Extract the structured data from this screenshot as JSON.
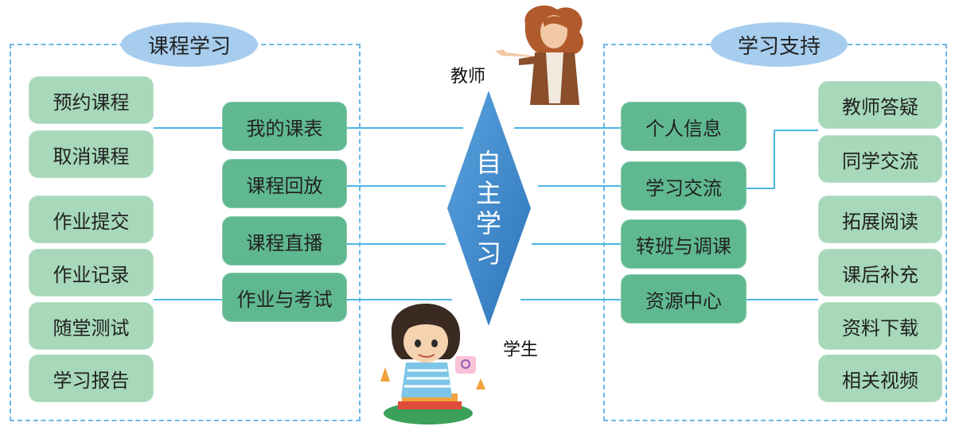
{
  "colors": {
    "frame": "#6fb6e6",
    "ellipse": "#a7cdee",
    "box": "#a6d8b9",
    "mid_box": "#5fb890",
    "line": "#4cb6e6",
    "diamond": "#3a87c8"
  },
  "left": {
    "title": "课程学习",
    "outer_items": [
      "预约课程",
      "取消课程",
      "作业提交",
      "作业记录",
      "随堂测试",
      "学习报告"
    ],
    "mid_items": [
      "我的课表",
      "课程回放",
      "课程直播",
      "作业与考试"
    ]
  },
  "right": {
    "title": "学习支持",
    "mid_items": [
      "个人信息",
      "学习交流",
      "转班与调课",
      "资源中心"
    ],
    "outer_items": [
      "教师答疑",
      "同学交流",
      "拓展阅读",
      "课后补充",
      "资料下载",
      "相关视频"
    ]
  },
  "center": {
    "label": "自主学习",
    "teacher": "教师",
    "student": "学生"
  }
}
